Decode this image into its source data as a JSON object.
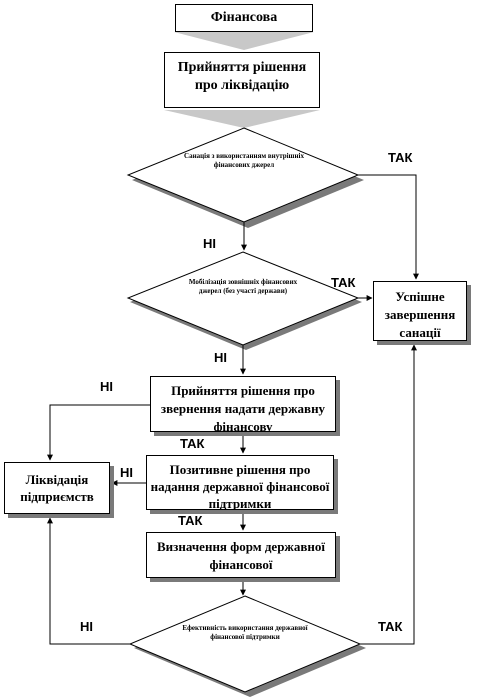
{
  "nodes": {
    "start": "Фінансова",
    "decision_accept": "Прийняття рішення про ліквідацію",
    "check_internal": "Санація з використанням внутрішніх фінансових джерел",
    "check_external": "Мобілізація зовнішніх фінансових джерел (без участі держави)",
    "success": "Успішне завершення санації",
    "appeal": "Прийняття рішення про звернення надати державну фінансову",
    "positive": "Позитивне рішення про надання державної фінансової підтримки",
    "liquidation": "Ліквідація підприємств",
    "define_forms": "Визначення форм державної фінансової",
    "efficiency": "Ефективність використання державної фінансової підтримки"
  },
  "edge_labels": {
    "yes_1": "ТАК",
    "no_1": "НІ",
    "yes_2": "ТАК",
    "no_2": "НІ",
    "no_3": "НІ",
    "yes_3": "ТАК",
    "no_4": "НІ",
    "yes_4": "ТАК",
    "no_5": "НІ",
    "yes_5": "ТАК"
  },
  "colors": {
    "line": "#000000",
    "shadow": "#7a7a7a",
    "funnel": "#c8c8c8"
  }
}
